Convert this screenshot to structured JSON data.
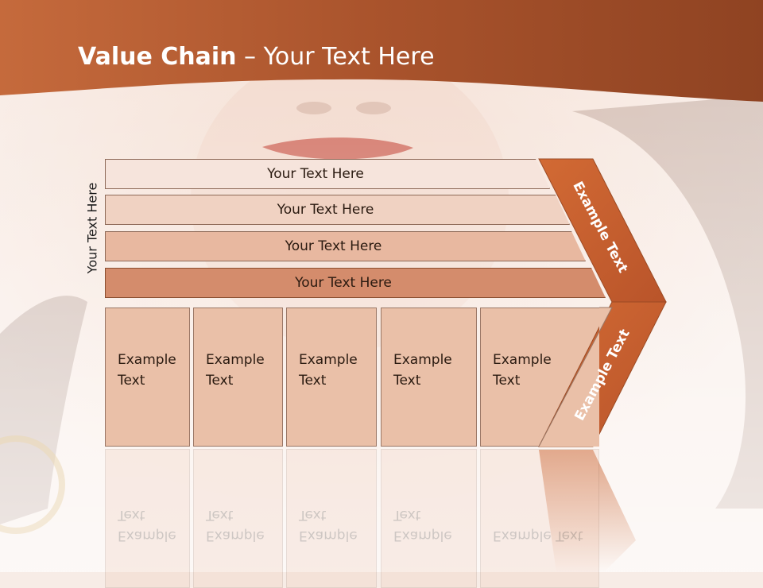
{
  "slide": {
    "title_bold": "Value Chain",
    "title_rest": " – Your Text Here",
    "side_label": "Your Text Here",
    "bars": [
      {
        "label": "Your Text Here"
      },
      {
        "label": "Your Text Here"
      },
      {
        "label": "Your Text Here"
      },
      {
        "label": "Your Text Here"
      }
    ],
    "boxes": [
      {
        "label": "Example Text"
      },
      {
        "label": "Example Text"
      },
      {
        "label": "Example Text"
      },
      {
        "label": "Example Text"
      },
      {
        "label": "Example Text"
      }
    ],
    "chevron_upper": "Example Text",
    "chevron_lower": "Example Text"
  },
  "colors": {
    "header": "#b8562a",
    "chevron": "#c8602c",
    "bar_fills": [
      "#f6e4dc",
      "#f0d2c2",
      "#e8b8a0",
      "#d48c6c"
    ],
    "box_fill": "#eac0a8"
  }
}
